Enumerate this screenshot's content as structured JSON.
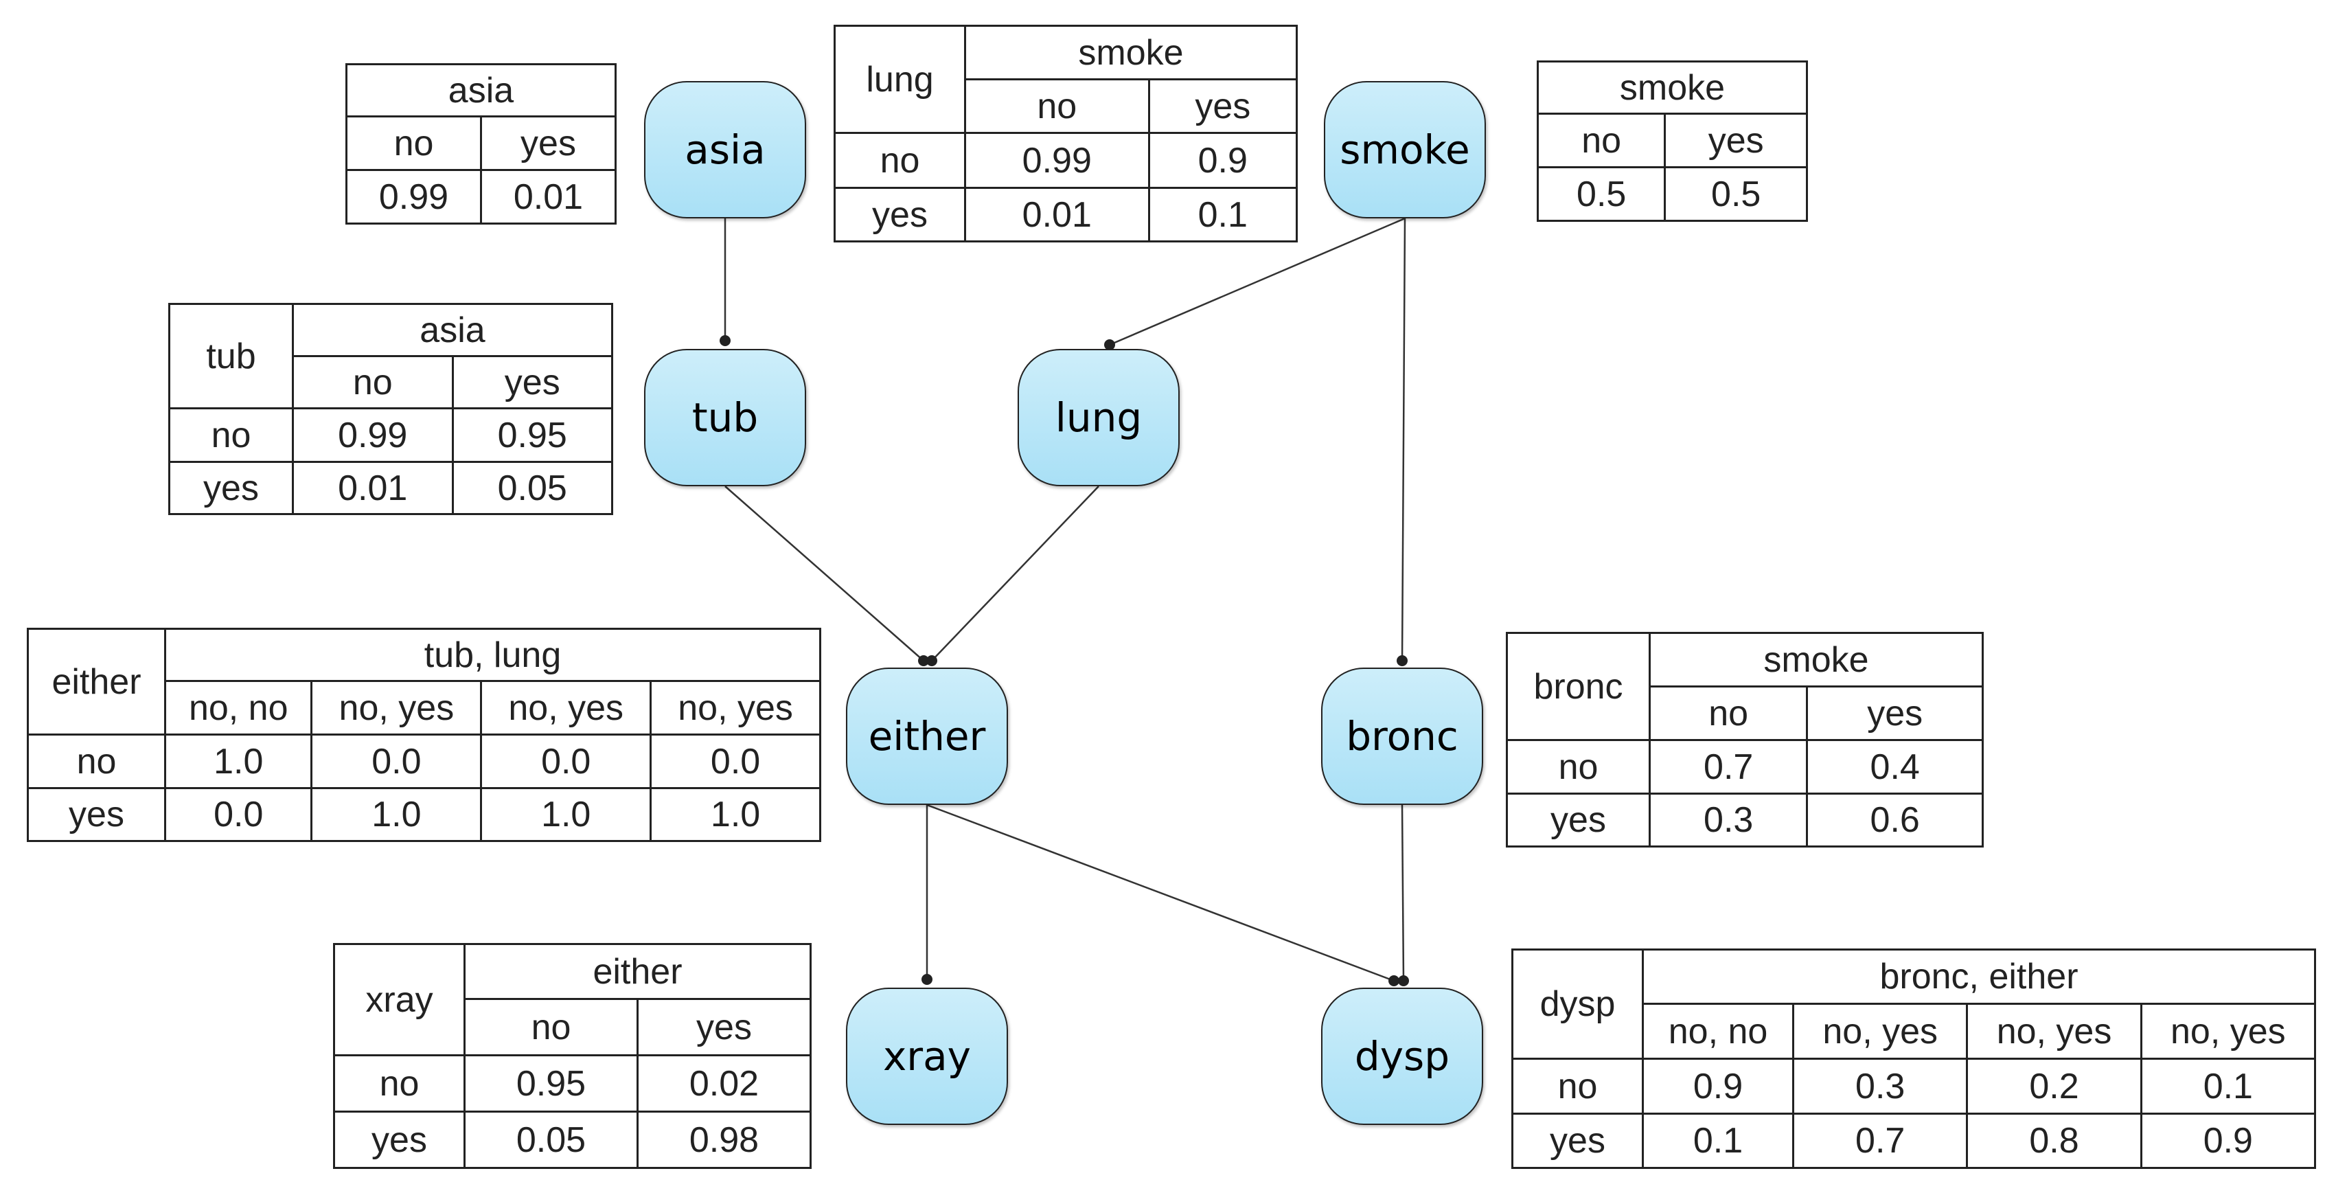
{
  "nodes": {
    "asia": "asia",
    "smoke": "smoke",
    "tub": "tub",
    "lung": "lung",
    "either": "either",
    "bronc": "bronc",
    "xray": "xray",
    "dysp": "dysp"
  },
  "edges": [
    [
      "asia",
      "tub"
    ],
    [
      "smoke",
      "lung"
    ],
    [
      "smoke",
      "bronc"
    ],
    [
      "tub",
      "either"
    ],
    [
      "lung",
      "either"
    ],
    [
      "either",
      "xray"
    ],
    [
      "either",
      "dysp"
    ],
    [
      "bronc",
      "dysp"
    ]
  ],
  "cpt": {
    "asia": {
      "title": "asia",
      "cols": [
        "no",
        "yes"
      ],
      "values": [
        "0.99",
        "0.01"
      ]
    },
    "smoke": {
      "title": "smoke",
      "cols": [
        "no",
        "yes"
      ],
      "values": [
        "0.5",
        "0.5"
      ]
    },
    "lung": {
      "var": "lung",
      "parent": "smoke",
      "cols": [
        "no",
        "yes"
      ],
      "rows": [
        {
          "label": "no",
          "values": [
            "0.99",
            "0.9"
          ]
        },
        {
          "label": "yes",
          "values": [
            "0.01",
            "0.1"
          ]
        }
      ]
    },
    "tub": {
      "var": "tub",
      "parent": "asia",
      "cols": [
        "no",
        "yes"
      ],
      "rows": [
        {
          "label": "no",
          "values": [
            "0.99",
            "0.95"
          ]
        },
        {
          "label": "yes",
          "values": [
            "0.01",
            "0.05"
          ]
        }
      ]
    },
    "either": {
      "var": "either",
      "parent": "tub, lung",
      "cols": [
        "no, no",
        "no, yes",
        "no, yes",
        "no, yes"
      ],
      "rows": [
        {
          "label": "no",
          "values": [
            "1.0",
            "0.0",
            "0.0",
            "0.0"
          ]
        },
        {
          "label": "yes",
          "values": [
            "0.0",
            "1.0",
            "1.0",
            "1.0"
          ]
        }
      ]
    },
    "bronc": {
      "var": "bronc",
      "parent": "smoke",
      "cols": [
        "no",
        "yes"
      ],
      "rows": [
        {
          "label": "no",
          "values": [
            "0.7",
            "0.4"
          ]
        },
        {
          "label": "yes",
          "values": [
            "0.3",
            "0.6"
          ]
        }
      ]
    },
    "xray": {
      "var": "xray",
      "parent": "either",
      "cols": [
        "no",
        "yes"
      ],
      "rows": [
        {
          "label": "no",
          "values": [
            "0.95",
            "0.02"
          ]
        },
        {
          "label": "yes",
          "values": [
            "0.05",
            "0.98"
          ]
        }
      ]
    },
    "dysp": {
      "var": "dysp",
      "parent": "bronc, either",
      "cols": [
        "no, no",
        "no, yes",
        "no, yes",
        "no, yes"
      ],
      "rows": [
        {
          "label": "no",
          "values": [
            "0.9",
            "0.3",
            "0.2",
            "0.1"
          ]
        },
        {
          "label": "yes",
          "values": [
            "0.1",
            "0.7",
            "0.8",
            "0.9"
          ]
        }
      ]
    }
  }
}
